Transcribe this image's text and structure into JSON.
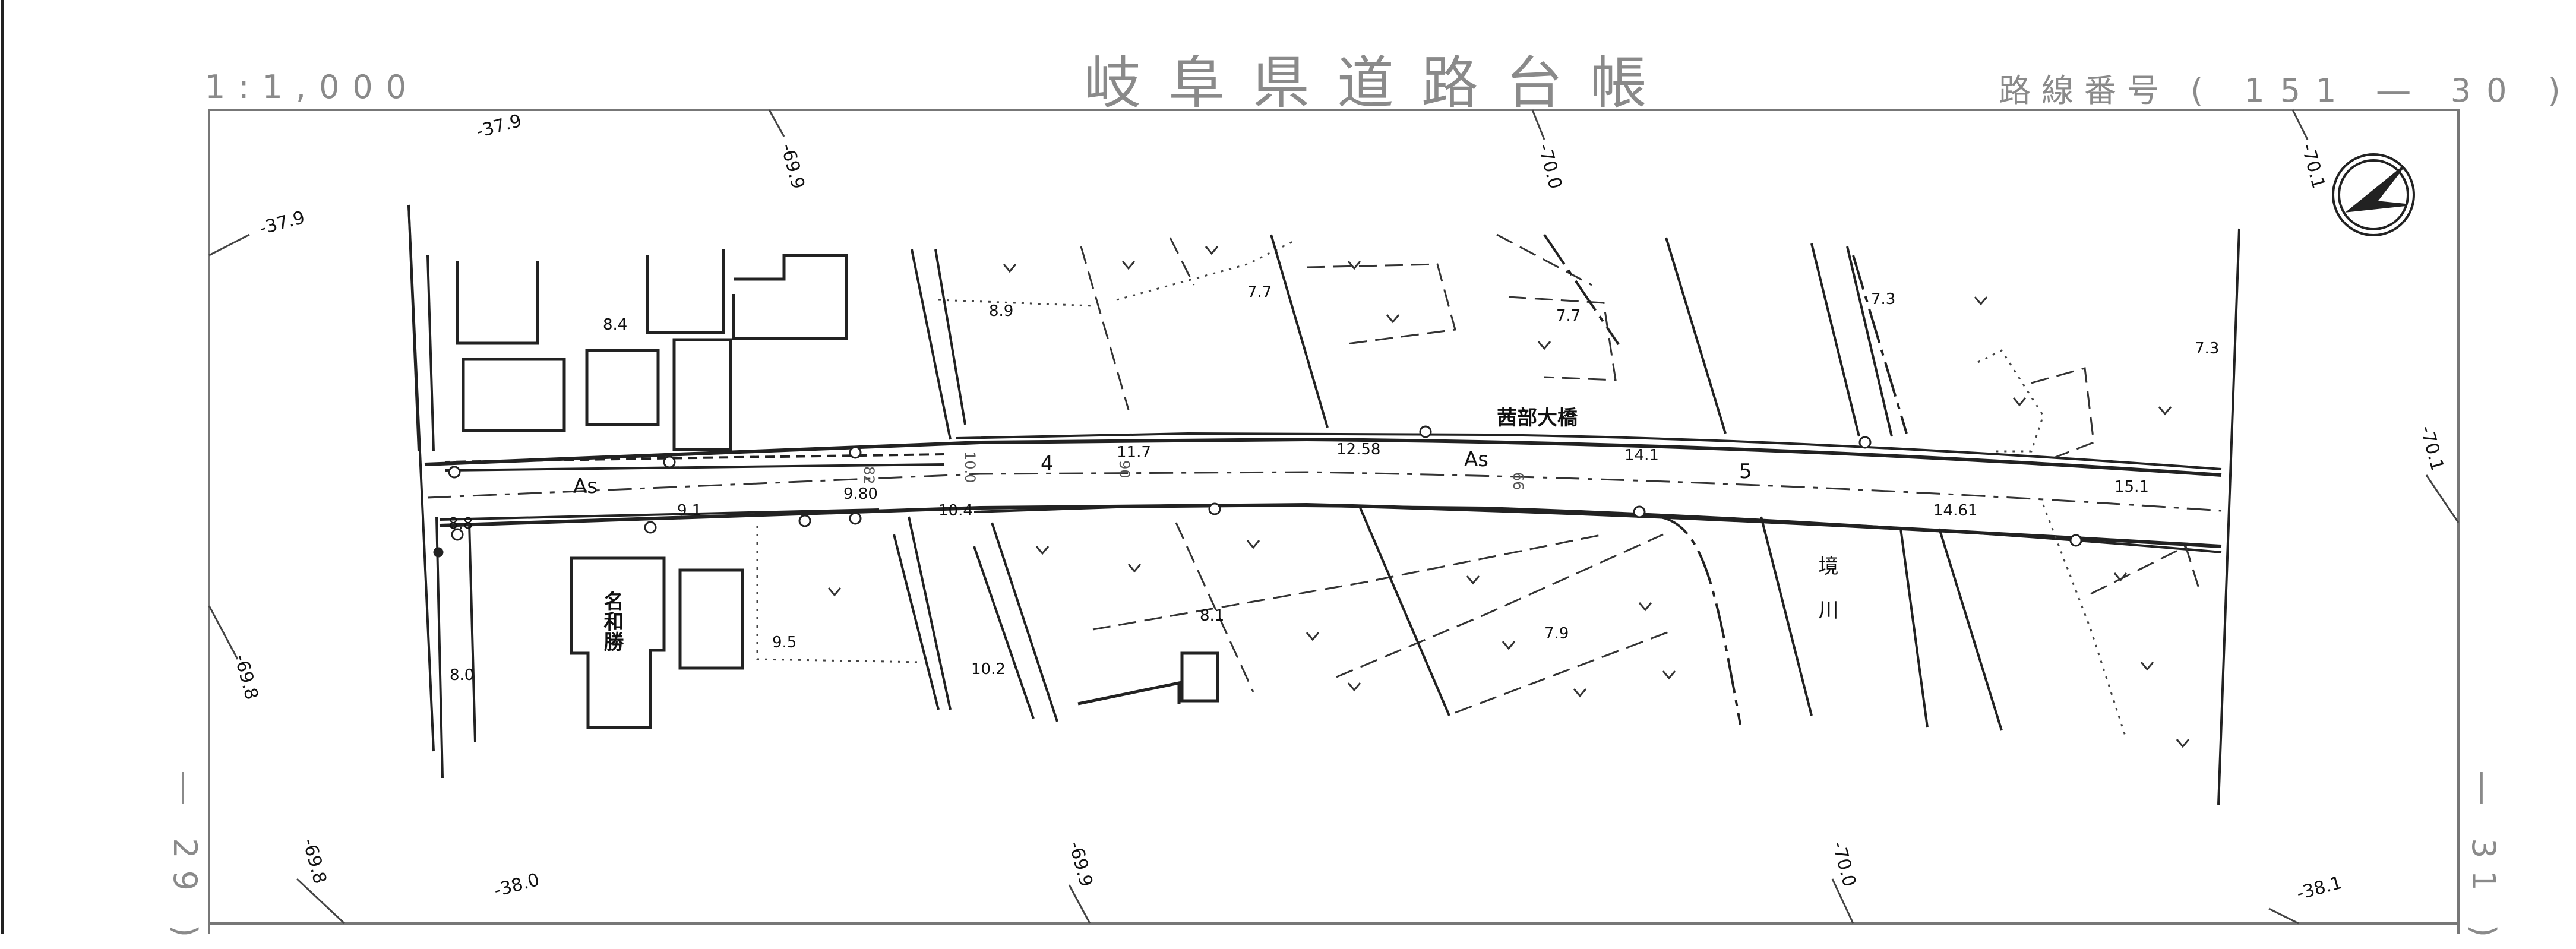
{
  "header": {
    "scale": "1:1,000",
    "title": "岐阜県道路台帳",
    "route_prefix": "路線番号",
    "route_number": "( 151 ― 30 )"
  },
  "sheet_refs": {
    "left": "― 29 )",
    "right": "― 31 )"
  },
  "map": {
    "bridge_name": "茜部大橋",
    "river_name": "境川",
    "building_name": "名和勝",
    "pavement": "As",
    "stations": [
      "4",
      "5"
    ],
    "grid_labels": [
      "-37.9",
      "-37.9",
      "-69.9",
      "-70.0",
      "-70.1",
      "-70.1",
      "-69.8",
      "-38.0",
      "-69.8",
      "-69.9",
      "-70.0",
      "-38.1"
    ],
    "elevations": [
      "8.9",
      "8.4",
      "7.7",
      "7.7",
      "7.3",
      "7.3",
      "11.7",
      "12.58",
      "14.1",
      "15.1",
      "14.61",
      "9.80",
      "10.4",
      "9.1",
      "8.8",
      "8.0",
      "9.5",
      "10.2",
      "8.1",
      "7.9"
    ],
    "dims": [
      "82",
      "10.0",
      "90",
      "66"
    ]
  }
}
